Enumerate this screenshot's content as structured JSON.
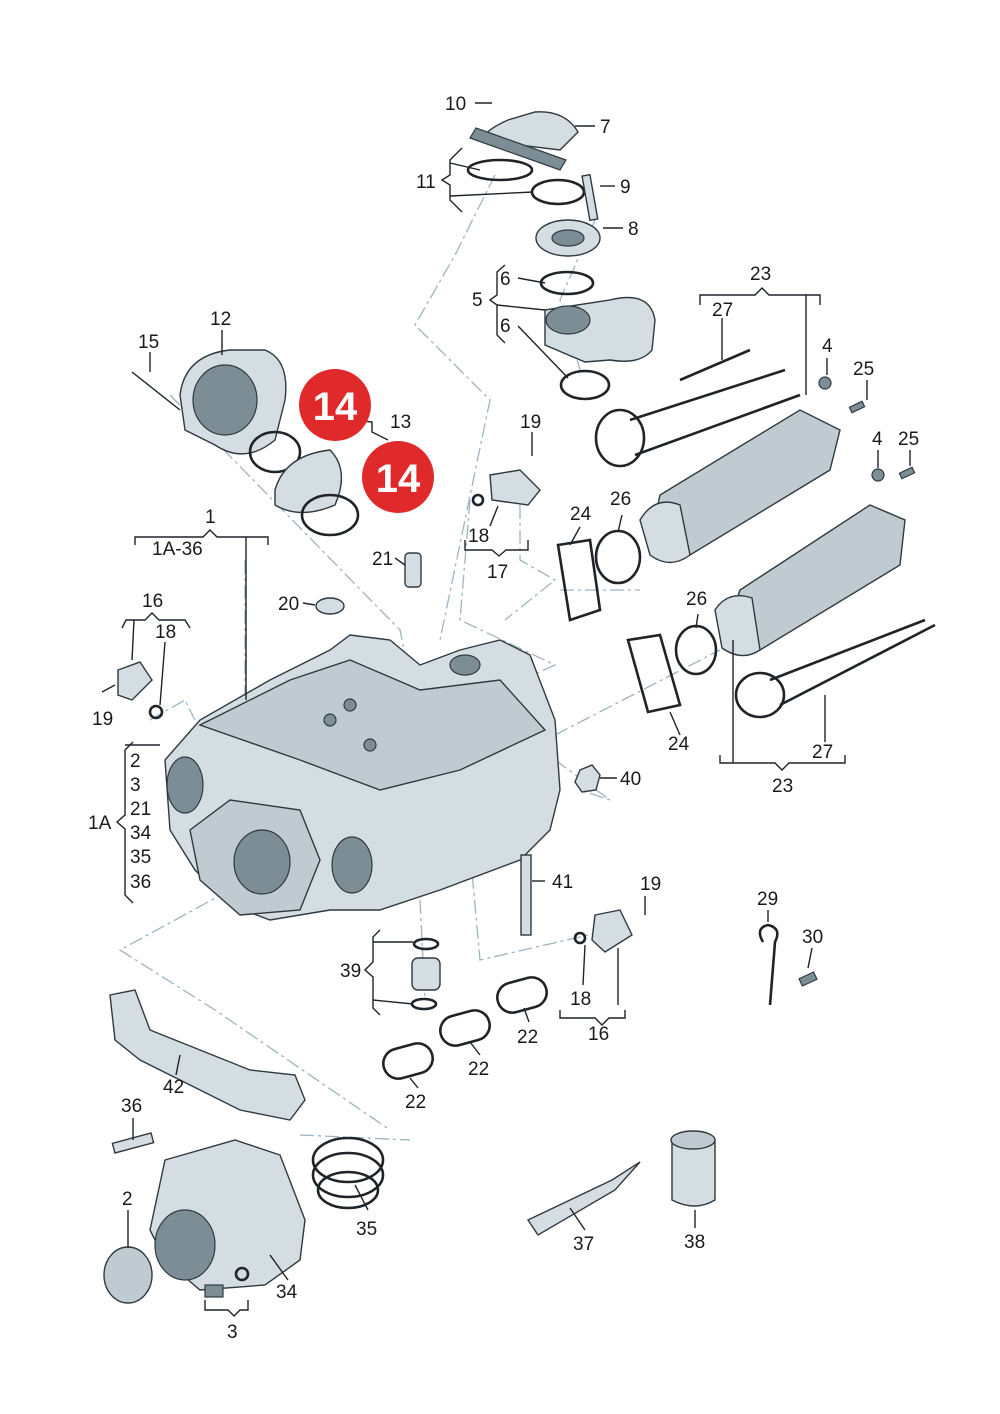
{
  "highlight": {
    "color": "#e0292a",
    "text_color": "#ffffff"
  },
  "highlight_badges": [
    {
      "id": "badge-14-a",
      "text": "14"
    },
    {
      "id": "badge-14-b",
      "text": "14"
    }
  ],
  "labels": {
    "l10": "10",
    "l7": "7",
    "l11": "11",
    "l9": "9",
    "l8": "8",
    "l6a": "6",
    "l5": "5",
    "l6b": "6",
    "l23a": "23",
    "l27a": "27",
    "l4a": "4",
    "l25a": "25",
    "l4b": "4",
    "l25b": "25",
    "l12": "12",
    "l15": "15",
    "l13": "13",
    "l19a": "19",
    "l18a": "18",
    "l17": "17",
    "l24a": "24",
    "l26a": "26",
    "l26b": "26",
    "l24b": "24",
    "l27b": "27",
    "l23b": "23",
    "l1": "1",
    "l1a36": "1A-36",
    "l21": "21",
    "l20": "20",
    "l16a": "16",
    "l18b": "18",
    "l19b": "19",
    "l40": "40",
    "l41": "41",
    "l1a": "1A",
    "g2": "2",
    "g3": "3",
    "g21": "21",
    "g34": "34",
    "g35": "35",
    "g36": "36",
    "l19c": "19",
    "l18c": "18",
    "l16b": "16",
    "l29": "29",
    "l30": "30",
    "l39": "39",
    "l22a": "22",
    "l22b": "22",
    "l22c": "22",
    "l42": "42",
    "l36": "36",
    "l2": "2",
    "l35": "35",
    "l34": "34",
    "l3": "3",
    "l37": "37",
    "l38": "38"
  }
}
